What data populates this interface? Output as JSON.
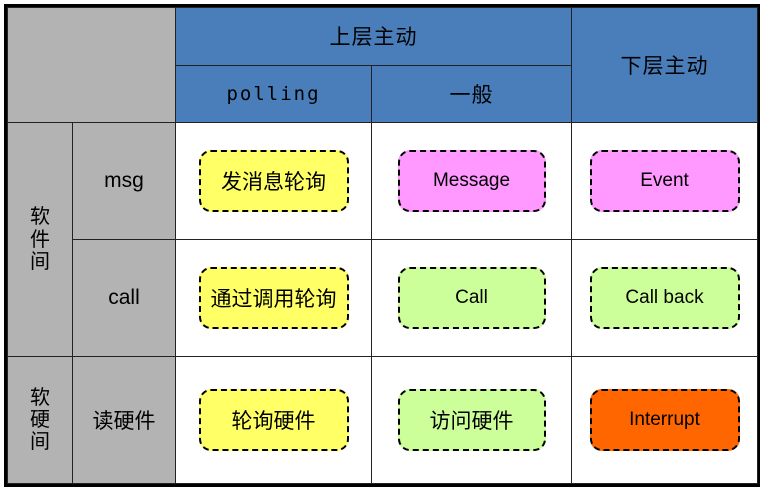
{
  "table": {
    "column_groups": [
      {
        "label": "上层主动",
        "span": 2
      },
      {
        "label": "下层主动",
        "span": 1
      }
    ],
    "sub_columns": [
      "polling",
      "一般"
    ],
    "row_groups": [
      {
        "label": "软件间",
        "rows": [
          "msg",
          "call"
        ]
      },
      {
        "label": "软硬间",
        "rows": [
          "读硬件"
        ]
      }
    ],
    "cells": [
      [
        {
          "text": "发消息轮询",
          "color": "yellow"
        },
        {
          "text": "Message",
          "color": "pink"
        },
        {
          "text": "Event",
          "color": "pink"
        }
      ],
      [
        {
          "text": "通过调用轮询",
          "color": "yellow"
        },
        {
          "text": "Call",
          "color": "green"
        },
        {
          "text": "Call back",
          "color": "green"
        }
      ],
      [
        {
          "text": "轮询硬件",
          "color": "yellow"
        },
        {
          "text": "访问硬件",
          "color": "green"
        },
        {
          "text": "Interrupt",
          "color": "orange"
        }
      ]
    ]
  },
  "colors": {
    "header_blue": "#4a7ebb",
    "header_gray": "#b3b3b3",
    "chip_yellow": "#ffff66",
    "chip_pink": "#ff99ff",
    "chip_green": "#ccff99",
    "chip_orange": "#ff6600",
    "border": "#000000"
  }
}
